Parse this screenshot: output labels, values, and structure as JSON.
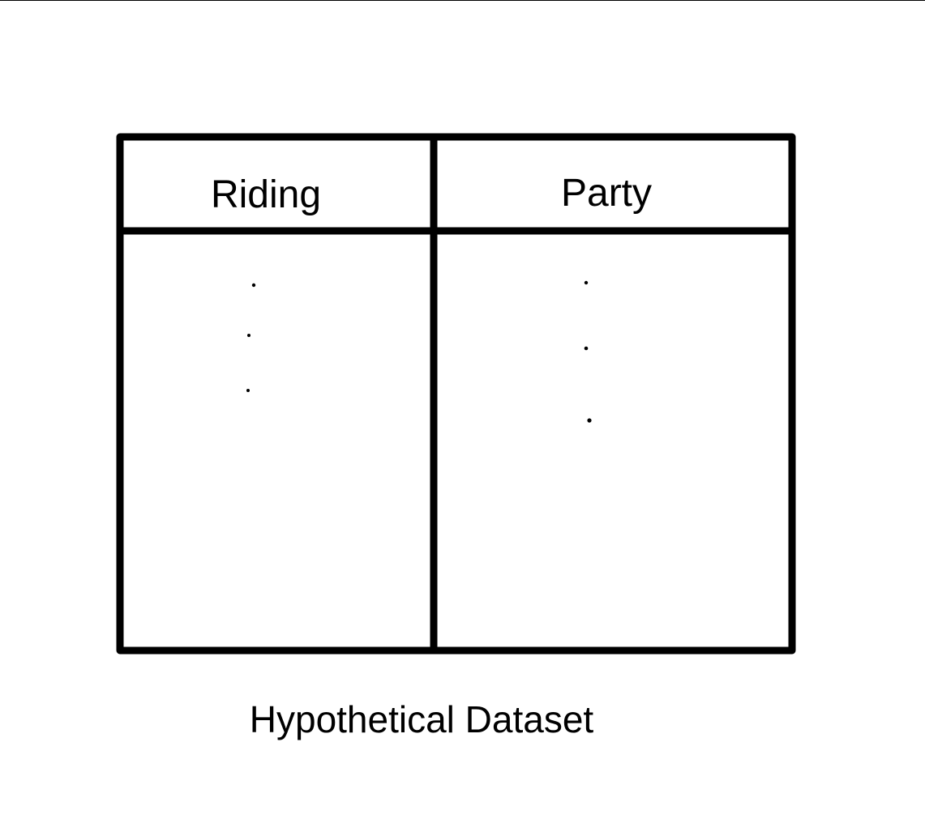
{
  "table": {
    "columns": [
      "Riding",
      "Party"
    ],
    "rows_shown_as": "vertical ellipsis (three dots) in each column"
  },
  "caption": "Hypothetical Dataset",
  "colors": {
    "ink": "#000000",
    "background": "#ffffff"
  }
}
